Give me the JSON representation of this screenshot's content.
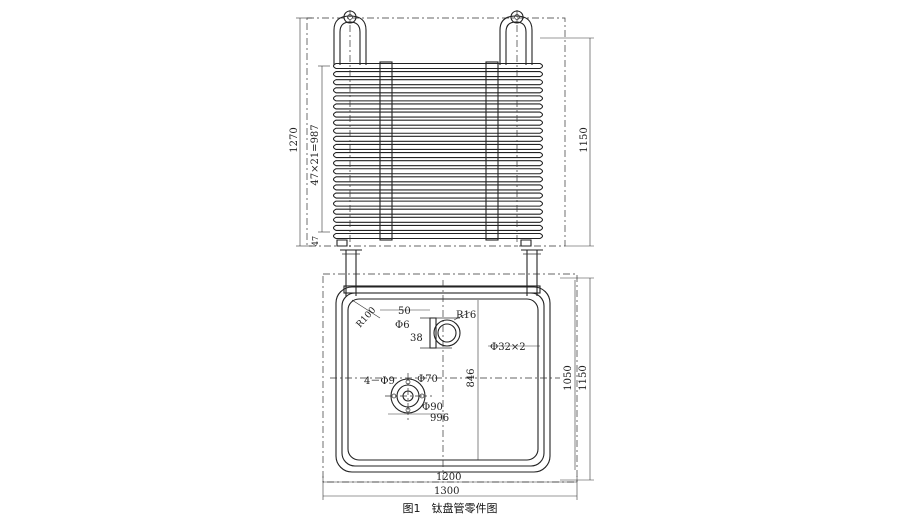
{
  "caption": "图1　钛盘管零件图",
  "top_view": {
    "dim_overall_height": "1270",
    "dim_coil_pitch": "47×21=987",
    "dim_coil_height": "1150",
    "dim_small": "47"
  },
  "plan_view": {
    "dim_radius": "R100",
    "dim_50": "50",
    "dim_phi6": "Φ6",
    "dim_r16": "R16",
    "dim_38": "38",
    "dim_tube": "Φ32×2",
    "dim_holes": "4－Φ9",
    "dim_phi70": "Φ70",
    "dim_phi90": "Φ90",
    "dim_996": "996",
    "dim_846": "846",
    "dim_1050": "1050",
    "dim_1150": "1150",
    "dim_1200": "1200",
    "dim_1300": "1300"
  }
}
